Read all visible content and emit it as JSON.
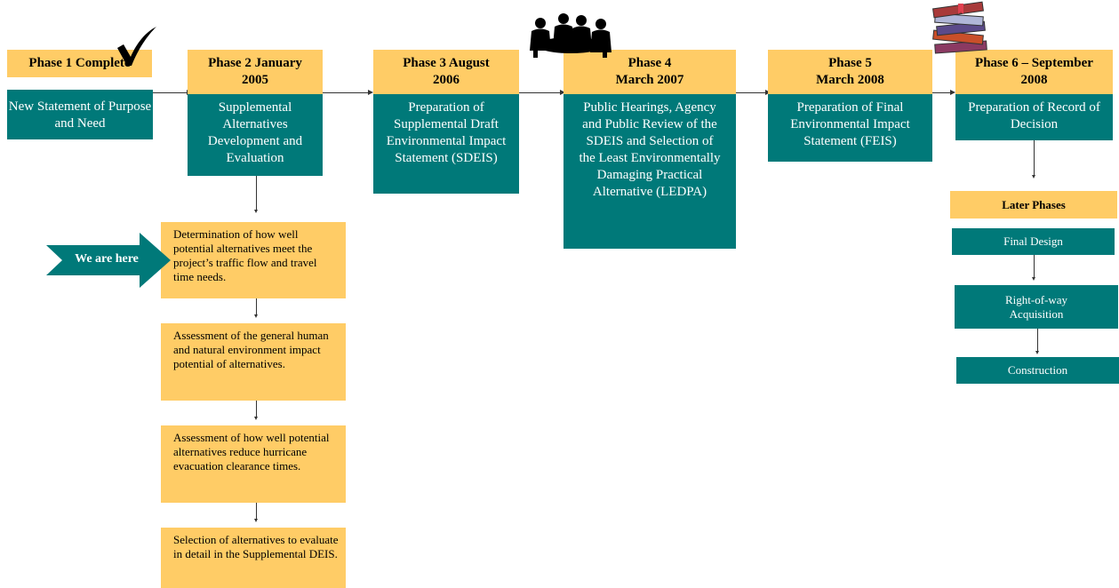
{
  "phases": [
    {
      "header": "Phase 1 Complete",
      "body": "New Statement of Purpose and Need"
    },
    {
      "header": "Phase 2 January 2005",
      "body": "Supplemental Alternatives Development and Evaluation"
    },
    {
      "header": "Phase 3 August 2006",
      "body": "Preparation of Supplemental Draft Environmental Impact Statement (SDEIS)"
    },
    {
      "header": "Phase 4 March 2007",
      "body": "Public Hearings, Agency and Public Review of the SDEIS and Selection of the Least Environmentally Damaging Practical Alternative (LEDPA)"
    },
    {
      "header": "Phase 5 March 2008",
      "body": "Preparation of Final Environmental Impact Statement (FEIS)"
    },
    {
      "header": "Phase 6 – September 2008",
      "body": "Preparation of Record of Decision"
    }
  ],
  "phase2_steps": [
    "Determination of how well potential alternatives meet the project’s traffic flow and travel time needs.",
    "Assessment of the general human and natural environment impact potential of alternatives.",
    "Assessment of how well potential alternatives reduce hurricane evacuation clearance times.",
    "Selection of alternatives to evaluate in detail in the Supplemental DEIS."
  ],
  "we_are_here": "We are here",
  "later_phases": {
    "title": "Later Phases",
    "items": [
      "Final Design",
      "Right-of-way Acquisition",
      "Construction"
    ]
  },
  "icons": {
    "phase1": "checkmark-icon",
    "phase4": "meeting-people-icon",
    "phase6": "books-icon"
  },
  "colors": {
    "header": "#ffcc66",
    "body": "#007979",
    "arrow": "#007979"
  }
}
